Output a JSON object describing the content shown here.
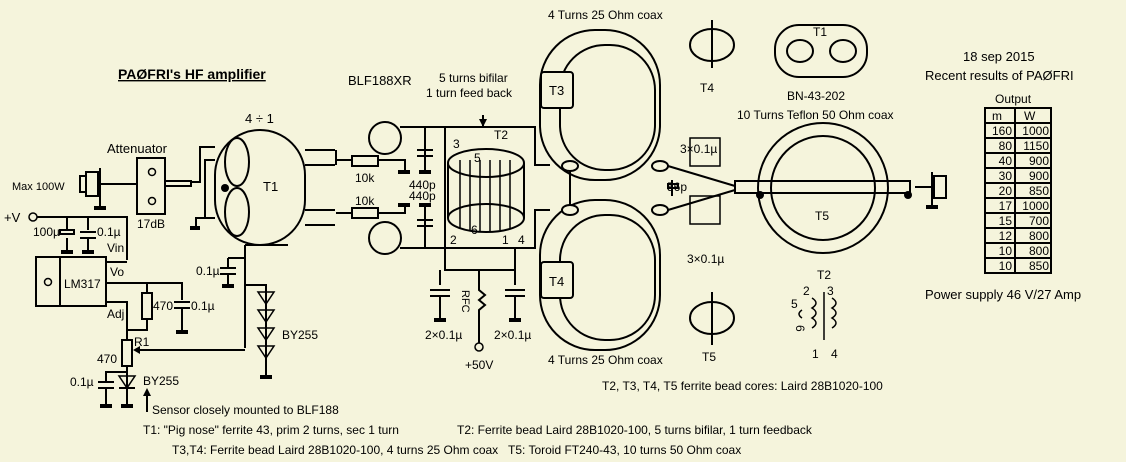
{
  "title": "PAØFRI's HF amplifier",
  "input": {
    "max_power": "Max 100W",
    "attenuator_label": "Attenuator",
    "attenuator_value": "17dB"
  },
  "regulator": {
    "supply": "+V",
    "cap_100u": "100µ",
    "cap_01u_a": "0.1µ",
    "vin": "Vin",
    "chip": "LM317",
    "vo": "Vo",
    "adj": "Adj",
    "r_470": "470",
    "cap_01u_b": "0.1µ",
    "r1": "R1",
    "r1_value": "470",
    "cap_01u_c": "0.1µ",
    "diode_bias": "BY255",
    "diode_stack": "BY255",
    "cap_01u_d": "0.1µ",
    "sensor_note": "Sensor closely mounted to BLF188"
  },
  "t1": {
    "ratio": "4 ÷ 1",
    "label": "T1"
  },
  "transistor": {
    "part": "BLF188XR",
    "r_top": "10k",
    "r_bot": "10k",
    "c_top": "440p",
    "c_bot": "440p"
  },
  "t2": {
    "note_line1": "5 turns bifilar",
    "note_line2": "1 turn feed back",
    "label": "T2",
    "pins": {
      "p3": "3",
      "p5": "5",
      "p6": "6",
      "p2": "2",
      "p1": "1",
      "p4": "4"
    },
    "rfc": "RFC",
    "cap_left": "2×0.1µ",
    "cap_right": "2×0.1µ",
    "supply": "+50V"
  },
  "output_stage": {
    "t3_coax_top": "4 Turns 25 Ohm coax",
    "t3": "T3",
    "t4": "T4",
    "t4_coax_bottom": "4 Turns 25 Ohm coax",
    "cap_56p": "56p",
    "cap_top": "3×0.1µ",
    "cap_bot": "3×0.1µ"
  },
  "side_sketches": {
    "t4": "T4",
    "t5": "T5",
    "t1": "T1",
    "t1_core": "BN-43-202",
    "t5_winding": "10 Turns Teflon 50 Ohm coax",
    "t5_toroid": "T5",
    "t2_label": "T2",
    "t2_pins": [
      "5",
      "6",
      "2",
      "3",
      "1",
      "4"
    ]
  },
  "results": {
    "date": "18 sep 2015",
    "heading": "Recent results of PAØFRI",
    "table_title": "Output",
    "columns": [
      "m",
      "W"
    ],
    "rows": [
      [
        "160",
        "1000"
      ],
      [
        "80",
        "1150"
      ],
      [
        "40",
        "900"
      ],
      [
        "30",
        "900"
      ],
      [
        "20",
        "850"
      ],
      [
        "17",
        "1000"
      ],
      [
        "15",
        "700"
      ],
      [
        "12",
        "800"
      ],
      [
        "10",
        "800"
      ],
      [
        "10",
        "850"
      ]
    ],
    "power_supply": "Power supply 46 V/27 Amp"
  },
  "notes": {
    "cores": "T2, T3, T4, T5 ferrite bead cores: Laird 28B1020-100",
    "line1_t1": "T1: \"Pig nose\" ferrite 43, prim 2 turns, sec 1 turn",
    "line1_t2": "T2: Ferrite bead Laird 28B1020-100, 5 turns bifilar, 1 turn feedback",
    "line2_t34": "T3,T4: Ferrite bead  Laird 28B1020-100, 4 turns 25 Ohm coax",
    "line2_t5": "T5: Toroid FT240-43, 10 turns 50 Ohm coax"
  }
}
